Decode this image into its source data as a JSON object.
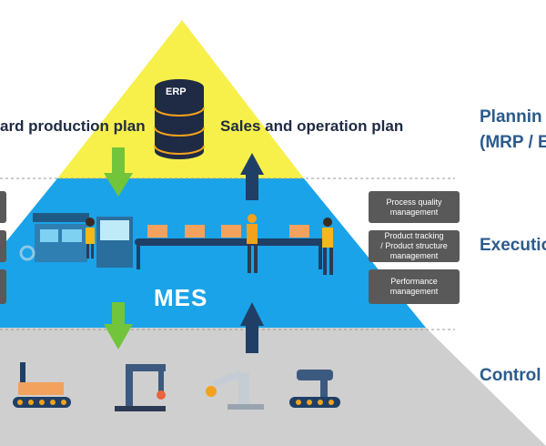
{
  "erp_label": "ERP",
  "mes_label": "MES",
  "top_left_text": "ard production plan",
  "top_right_text": "Sales and operation plan",
  "levels": {
    "planning_line1": "Plannin",
    "planning_line2": "(MRP / E",
    "execution": "Executio",
    "control": "Control"
  },
  "mes_functions": [
    {
      "line1": "Process quality",
      "line2": "management",
      "line3": ""
    },
    {
      "line1": "Product tracking",
      "line2": "/ Product structure",
      "line3": "management"
    },
    {
      "line1": "Performance",
      "line2": "management",
      "line3": ""
    }
  ],
  "colors": {
    "planning_layer": "#f7f04a",
    "execution_layer": "#1aa3e8",
    "control_layer": "#cfcfcf",
    "down_arrow": "#72c43a",
    "up_arrow": "#1f3f66",
    "function_box": "#595959",
    "level_text": "#2b5b8c"
  },
  "icons": [
    "erp-database-icon",
    "factory-machine-icon",
    "conveyor-belt-icon",
    "worker-icon",
    "robotic-arm-icon"
  ]
}
